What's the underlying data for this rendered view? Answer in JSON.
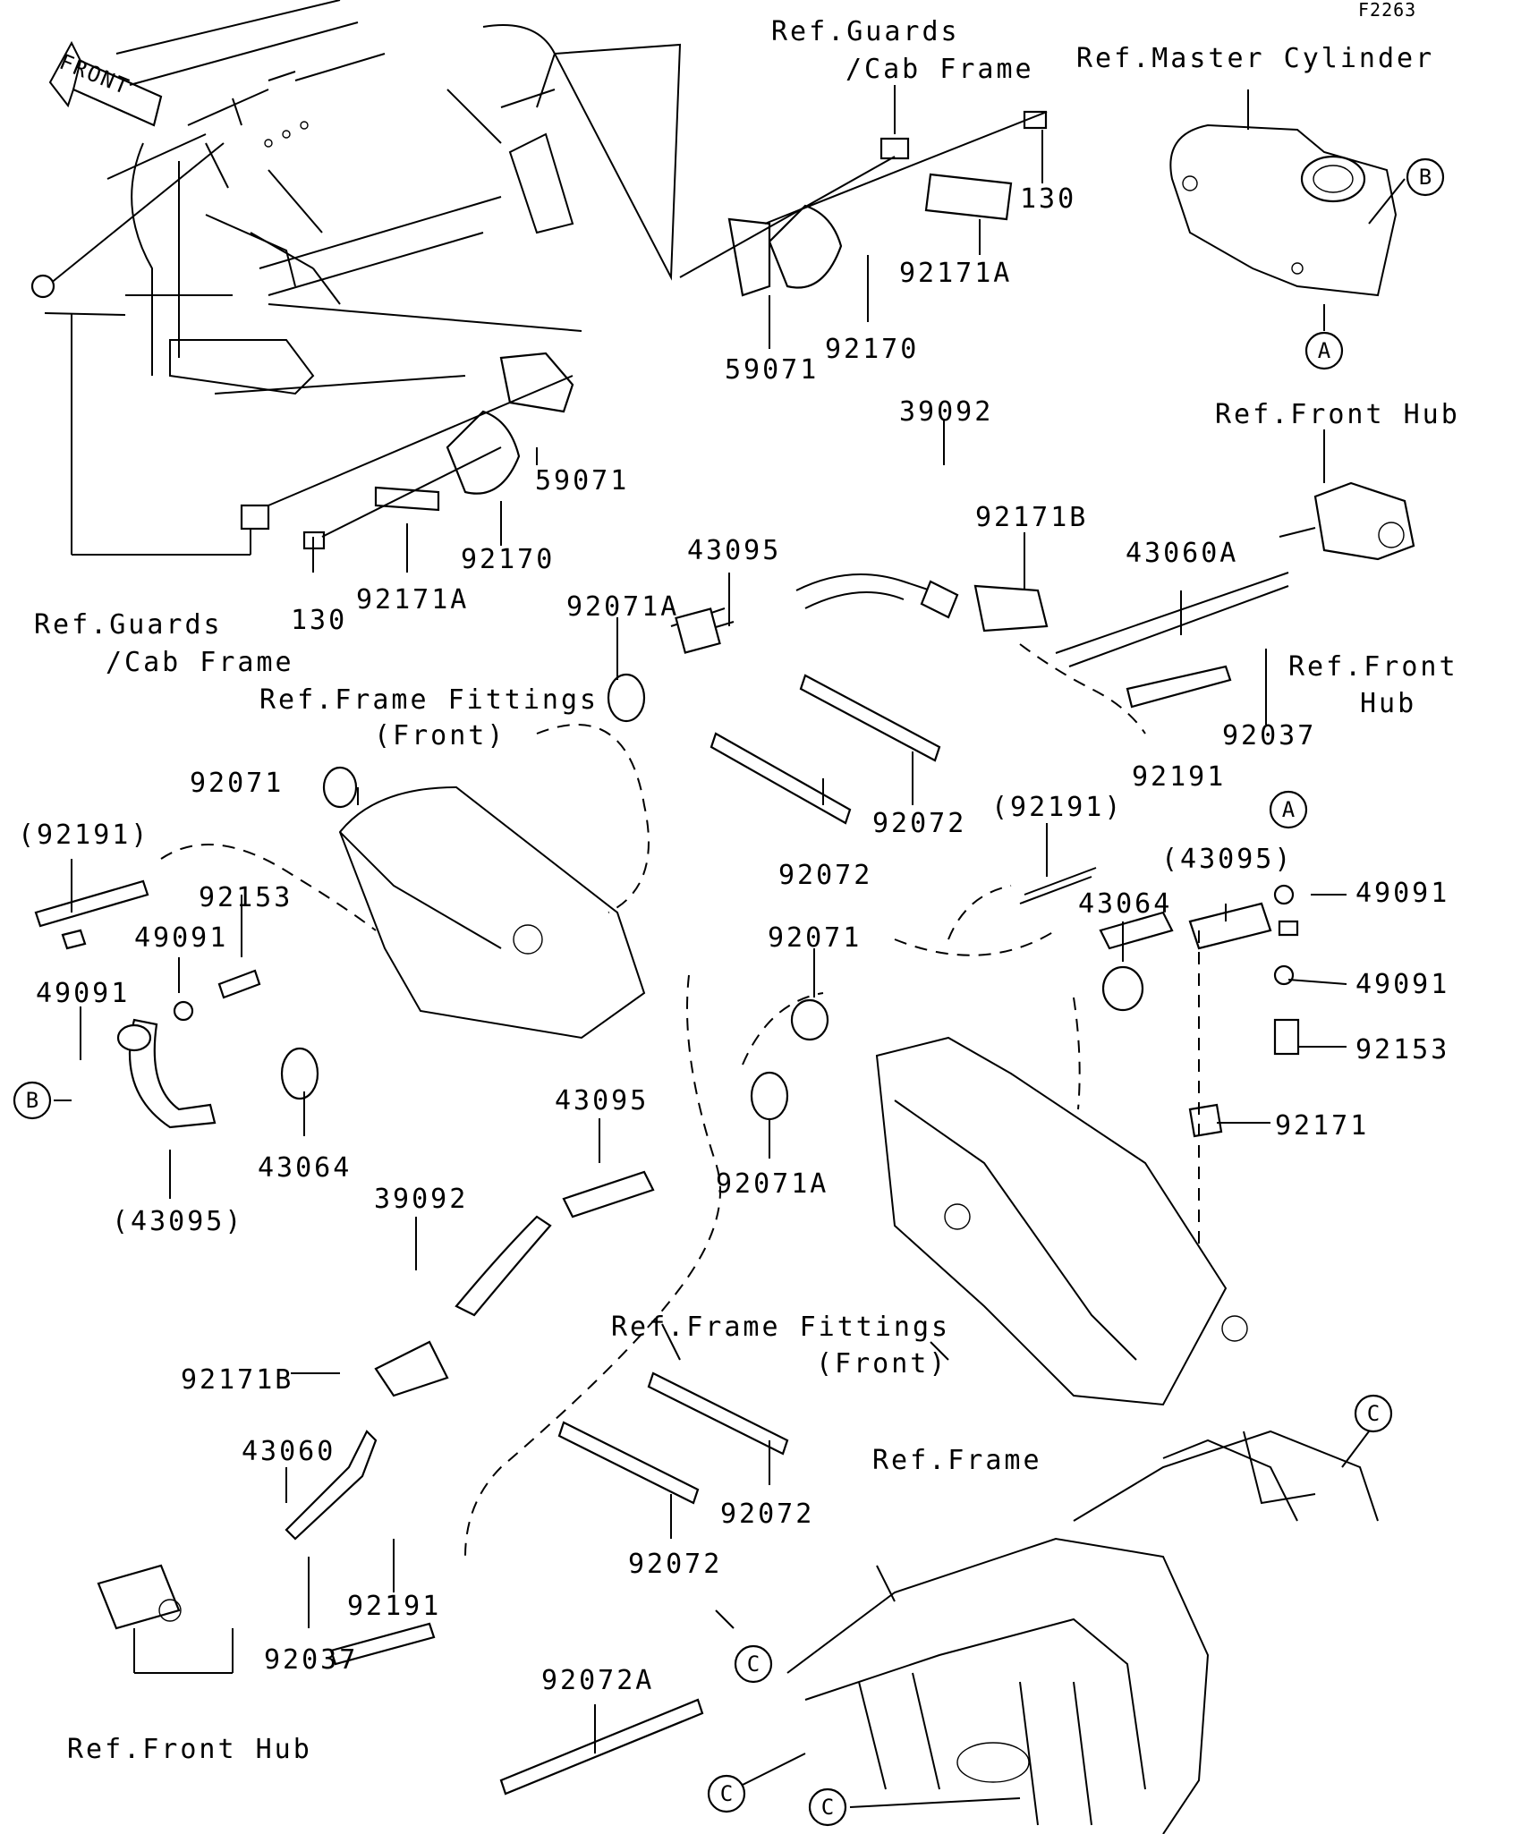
{
  "diagram_code": "F2263",
  "front_arrow": "FRONT",
  "references": {
    "guards_top": [
      "Ref.Guards",
      "/Cab Frame"
    ],
    "master_cylinder": "Ref.Master Cylinder",
    "front_hub_right": "Ref.Front Hub",
    "front_hub_right2": [
      "Ref.Front",
      "Hub"
    ],
    "guards_left": [
      "Ref.Guards",
      "/Cab Frame"
    ],
    "frame_fittings_top": [
      "Ref.Frame Fittings",
      "(Front)"
    ],
    "frame_fittings_bottom": [
      "Ref.Frame Fittings",
      "(Front)"
    ],
    "frame": "Ref.Frame",
    "front_hub_bottom": "Ref.Front Hub"
  },
  "callouts": {
    "A": "A",
    "B": "B",
    "C": "C"
  },
  "part_labels": {
    "p130_top": "130",
    "p92171A_top": "92171A",
    "p92170_top": "92170",
    "p59071_top": "59071",
    "p59071_left": "59071",
    "p92170_left": "92170",
    "p130_left": "130",
    "p92171A_left": "92171A",
    "p39092_top": "39092",
    "p92171B_top": "92171B",
    "p43060A": "43060A",
    "p43095_top": "43095",
    "p92071A_top": "92071A",
    "p92037_right": "92037",
    "p92191_right": "92191",
    "p92072_a": "92072",
    "p92072_b": "92072",
    "p92071_left": "92071",
    "p92191_left": "(92191)",
    "p92153_left": "92153",
    "p49091_left_a": "49091",
    "p49091_left_b": "49091",
    "p43064_left": "43064",
    "p43095_left": "(43095)",
    "p92191_mid": "(92191)",
    "p43095_right": "(43095)",
    "p43064_right": "43064",
    "p49091_right_a": "49091",
    "p49091_right_b": "49091",
    "p92153_right": "92153",
    "p92171_right": "92171",
    "p92071_mid": "92071",
    "p43095_mid": "43095",
    "p92071A_mid": "92071A",
    "p39092_mid": "39092",
    "p92171B_bottom": "92171B",
    "p43060": "43060",
    "p92191_bottom": "92191",
    "p92037_bottom": "92037",
    "p92072_c": "92072",
    "p92072_d": "92072",
    "p92072A": "92072A"
  }
}
